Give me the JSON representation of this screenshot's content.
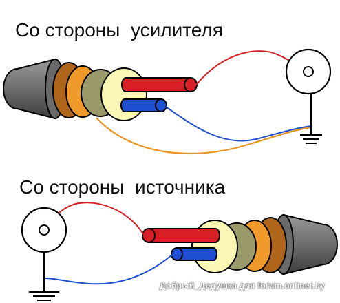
{
  "captions": {
    "top": "Со стороны  усилителя",
    "bottom": "Со стороны  источника"
  },
  "watermark": "Добрый_Дедушка для forum.onliner.by",
  "colors": {
    "jacket": "#5a5a5a",
    "jacket_highlight": "#8e8e8e",
    "outer_shield": "#b0661a",
    "shield_braid": "#f09a2c",
    "inner_layer": "#9a9a6a",
    "insulator": "#fbf7b4",
    "red_conductor": "#d81f26",
    "blue_conductor": "#1f4fd1",
    "orange_wire": "#e8961f",
    "connector": "#000000"
  }
}
